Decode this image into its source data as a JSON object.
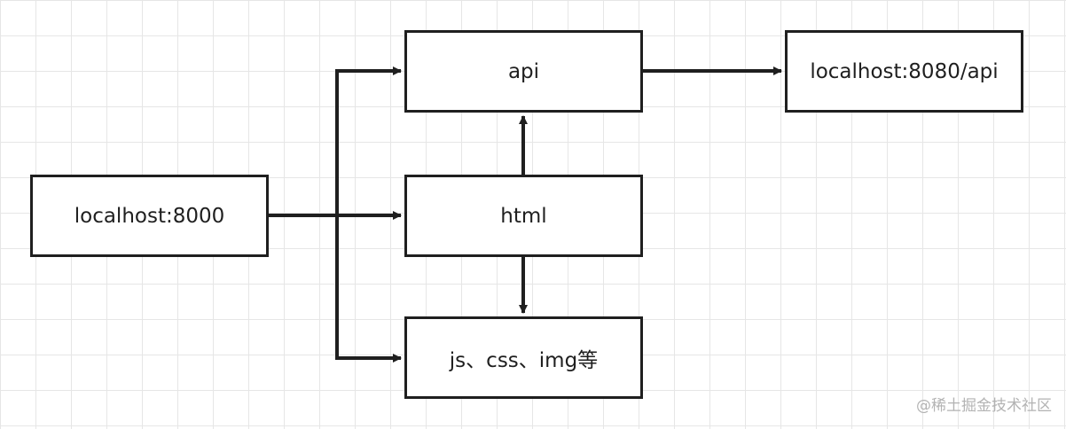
{
  "nodes": {
    "source": "localhost:8000",
    "api": "api",
    "html": "html",
    "assets": "js、css、img等",
    "target": "localhost:8080/api"
  },
  "edges": [
    {
      "from": "source",
      "to": "html"
    },
    {
      "from": "source",
      "to": "api"
    },
    {
      "from": "source",
      "to": "assets"
    },
    {
      "from": "html",
      "to": "api"
    },
    {
      "from": "html",
      "to": "assets"
    },
    {
      "from": "api",
      "to": "target"
    }
  ],
  "watermark": "@稀土掘金技术社区",
  "colors": {
    "stroke": "#1f1f1f",
    "grid": "#e6e6e6",
    "background": "#ffffff"
  }
}
